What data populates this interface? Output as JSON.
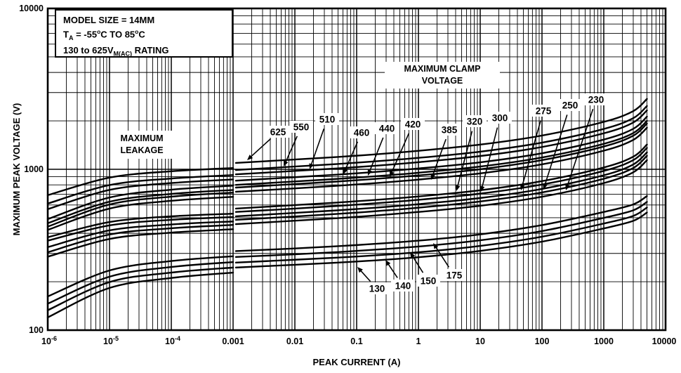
{
  "colors": {
    "ink": "#000000",
    "background": "#ffffff"
  },
  "title_box": {
    "line1": "MODEL SIZE = 14MM",
    "line2_pre": "T",
    "line2_sub": "A",
    "line2_mid": " = -55",
    "line2_sup1": "o",
    "line2_mid2": "C TO 85",
    "line2_sup2": "o",
    "line2_end": "C",
    "line3_pre": "130 to 625V",
    "line3_sub": "M(AC)",
    "line3_end": " RATING"
  },
  "region_labels": {
    "clamp_line1": "MAXIMUM CLAMP",
    "clamp_line2": "VOLTAGE",
    "leak_line1": "MAXIMUM",
    "leak_line2": "LEAKAGE"
  },
  "yaxis": {
    "title": "MAXIMUM PEAK VOLTAGE (V)",
    "ticks": [
      {
        "text": "10000"
      },
      {
        "text": "1000"
      },
      {
        "text": "100"
      }
    ]
  },
  "xaxis": {
    "title": "PEAK CURRENT (A)",
    "ticks": [
      {
        "base": "10",
        "sup": "-6"
      },
      {
        "base": "10",
        "sup": "-5"
      },
      {
        "base": "10",
        "sup": "-4"
      },
      {
        "base": "0.001"
      },
      {
        "base": "0.01"
      },
      {
        "base": "0.1"
      },
      {
        "base": "1"
      },
      {
        "base": "10"
      },
      {
        "base": "100"
      },
      {
        "base": "1000"
      },
      {
        "base": "10000"
      }
    ]
  },
  "chart_data": {
    "type": "line",
    "title": "Maximum clamp voltage and maximum leakage vs peak current, 14mm varistors",
    "xlabel": "PEAK CURRENT (A)",
    "ylabel": "MAXIMUM PEAK VOLTAGE (V)",
    "x_scale": "log",
    "y_scale": "log",
    "xlim": [
      1e-06,
      10000
    ],
    "ylim": [
      100,
      10000
    ],
    "grid": "log major and minor, both axes",
    "leakage_amps": [
      1e-06,
      1e-05,
      0.0001,
      0.001
    ],
    "clamp_amps": [
      0.001,
      0.01,
      0.1,
      1,
      10,
      100,
      1000,
      3000,
      5000
    ],
    "series": [
      {
        "rating": "625",
        "leakage_v": [
          690,
          888,
          972,
          1018
        ],
        "clamp_v": [
          1095,
          1150,
          1215,
          1303,
          1424,
          1621,
          1971,
          2300,
          2738
        ]
      },
      {
        "rating": "550",
        "leakage_v": [
          612,
          798,
          876,
          921
        ],
        "clamp_v": [
          990,
          1040,
          1099,
          1178,
          1287,
          1465,
          1782,
          2079,
          2475
        ]
      },
      {
        "rating": "510",
        "leakage_v": [
          565,
          745,
          821,
          865
        ],
        "clamp_v": [
          930,
          977,
          1032,
          1107,
          1209,
          1376,
          1674,
          1953,
          2325
        ]
      },
      {
        "rating": "460",
        "leakage_v": [
          490,
          668,
          747,
          791
        ],
        "clamp_v": [
          850,
          893,
          944,
          1012,
          1105,
          1258,
          1530,
          1785,
          2125
        ]
      },
      {
        "rating": "440",
        "leakage_v": [
          462,
          629,
          703,
          744
        ],
        "clamp_v": [
          800,
          840,
          888,
          952,
          1040,
          1184,
          1440,
          1680,
          2000
        ]
      },
      {
        "rating": "420",
        "leakage_v": [
          440,
          604,
          676,
          716
        ],
        "clamp_v": [
          770,
          809,
          855,
          916,
          1001,
          1140,
          1386,
          1617,
          1925
        ]
      },
      {
        "rating": "385",
        "leakage_v": [
          420,
          570,
          637,
          674
        ],
        "clamp_v": [
          725,
          761,
          805,
          863,
          943,
          1073,
          1305,
          1523,
          1813
        ]
      },
      {
        "rating": "320",
        "leakage_v": [
          378,
          470,
          510,
          530
        ],
        "clamp_v": [
          570,
          599,
          633,
          678,
          741,
          844,
          1026,
          1197,
          1425
        ]
      },
      {
        "rating": "300",
        "leakage_v": [
          360,
          448,
          485,
          505
        ],
        "clamp_v": [
          543,
          570,
          603,
          646,
          706,
          804,
          977,
          1140,
          1358
        ]
      },
      {
        "rating": "275",
        "leakage_v": [
          328,
          417,
          454,
          474
        ],
        "clamp_v": [
          510,
          536,
          566,
          607,
          663,
          755,
          918,
          1071,
          1275
        ]
      },
      {
        "rating": "250",
        "leakage_v": [
          305,
          393,
          430,
          451
        ],
        "clamp_v": [
          485,
          509,
          538,
          577,
          631,
          718,
          873,
          1019,
          1213
        ]
      },
      {
        "rating": "230",
        "leakage_v": [
          286,
          369,
          404,
          424
        ],
        "clamp_v": [
          456,
          479,
          506,
          543,
          593,
          675,
          821,
          958,
          1140
        ]
      },
      {
        "rating": "175",
        "leakage_v": [
          162,
          235,
          269,
          288
        ],
        "clamp_v": [
          310,
          322,
          338,
          360,
          394,
          450,
          543,
          605,
          682
        ]
      },
      {
        "rating": "150",
        "leakage_v": [
          146,
          215,
          247,
          265
        ],
        "clamp_v": [
          285,
          296,
          311,
          331,
          362,
          413,
          499,
          556,
          627
        ]
      },
      {
        "rating": "140",
        "leakage_v": [
          133,
          199,
          228,
          245
        ],
        "clamp_v": [
          263,
          274,
          287,
          305,
          334,
          381,
          460,
          513,
          579
        ]
      },
      {
        "rating": "130",
        "leakage_v": [
          120,
          183,
          211,
          228
        ],
        "clamp_v": [
          245,
          255,
          267,
          284,
          311,
          355,
          429,
          478,
          539
        ]
      }
    ],
    "annotations": [
      {
        "text": "625",
        "x": 396,
        "y": 188,
        "tx": 352,
        "ty": 228
      },
      {
        "text": "550",
        "x": 429,
        "y": 181,
        "tx": 404,
        "ty": 237
      },
      {
        "text": "510",
        "x": 466,
        "y": 170,
        "tx": 441,
        "ty": 241
      },
      {
        "text": "460",
        "x": 515,
        "y": 189,
        "tx": 489,
        "ty": 248
      },
      {
        "text": "440",
        "x": 551,
        "y": 183,
        "tx": 524,
        "ty": 250
      },
      {
        "text": "420",
        "x": 588,
        "y": 177,
        "tx": 555,
        "ty": 252
      },
      {
        "text": "385",
        "x": 640,
        "y": 185,
        "tx": 614,
        "ty": 256
      },
      {
        "text": "320",
        "x": 676,
        "y": 173,
        "tx": 650,
        "ty": 272
      },
      {
        "text": "300",
        "x": 712,
        "y": 168,
        "tx": 685,
        "ty": 273
      },
      {
        "text": "275",
        "x": 774,
        "y": 158,
        "tx": 742,
        "ty": 271
      },
      {
        "text": "250",
        "x": 812,
        "y": 150,
        "tx": 774,
        "ty": 270
      },
      {
        "text": "230",
        "x": 849,
        "y": 142,
        "tx": 806,
        "ty": 271
      },
      {
        "text": "130",
        "x": 537,
        "y": 411,
        "tx": 509,
        "ty": 380
      },
      {
        "text": "140",
        "x": 574,
        "y": 407,
        "tx": 549,
        "ty": 370
      },
      {
        "text": "150",
        "x": 610,
        "y": 400,
        "tx": 584,
        "ty": 359
      },
      {
        "text": "175",
        "x": 647,
        "y": 392,
        "tx": 617,
        "ty": 346
      }
    ],
    "legend": "none; curves labeled inline with arrows by VM(AC) rating"
  }
}
